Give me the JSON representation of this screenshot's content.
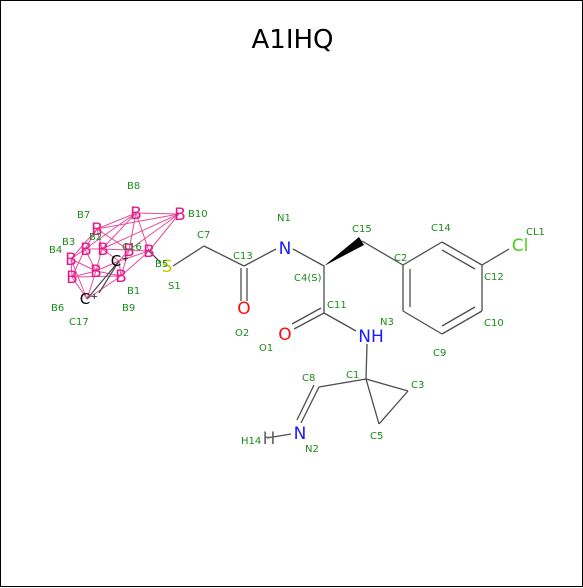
{
  "title": "A1IHQ",
  "colors": {
    "bond": "#4d4d4d",
    "cage_bond": "#e64d9a",
    "boron": "#e6198c",
    "nitrogen": "#1a1aff",
    "oxygen": "#ff0d0d",
    "sulfur": "#c8c800",
    "chlorine": "#4dcc1a",
    "carbon_cation": "#000000",
    "hydrogen": "#666666",
    "label": "#1a8c1a"
  },
  "elements": {
    "B": "B",
    "N": "N",
    "NH": "NH",
    "O": "O",
    "S": "S",
    "Cl": "Cl",
    "C_plus": "C⁺",
    "H": "H"
  },
  "labels": {
    "B1": "B1",
    "B3": "B3",
    "B4": "B4",
    "B5": "B5",
    "B6": "B6",
    "B7": "B7",
    "B8": "B8",
    "B9": "B9",
    "B10": "B10",
    "B2": "B2",
    "C1": "C1",
    "C2": "C2",
    "C3": "C3",
    "C4S": "C4(S)",
    "C5": "C5",
    "C7": "C7",
    "C8": "C8",
    "C9": "C9",
    "C10": "C10",
    "C11": "C11",
    "C12": "C12",
    "C13": "C13",
    "C14": "C14",
    "C15": "C15",
    "C16": "C16",
    "C17": "C17",
    "N1": "N1",
    "N2": "N2",
    "N3": "N3",
    "O1": "O1",
    "O2": "O2",
    "S1": "S1",
    "CL1": "CL1",
    "H14": "H14"
  }
}
